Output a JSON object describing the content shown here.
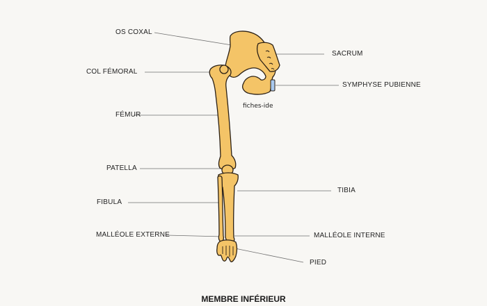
{
  "title": "MEMBRE INFÉRIEUR",
  "watermark": "fiches-ide",
  "colors": {
    "bone": "#f4c467",
    "bone_outline": "#2b2015",
    "cartilage": "#a9c9ee",
    "leader": "#6e6e6e",
    "background": "#f8f7f4"
  },
  "labels": {
    "os_coxal": "OS COXAL",
    "col_femoral": "COL FÉMORAL",
    "femur": "FÉMUR",
    "patella": "PATELLA",
    "fibula": "FIBULA",
    "malleole_externe": "MALLÉOLE EXTERNE",
    "sacrum": "SACRUM",
    "symphyse_pubienne": "SYMPHYSE PUBIENNE",
    "tibia": "TIBIA",
    "malleole_interne": "MALLÉOLE INTERNE",
    "pied": "PIED"
  }
}
